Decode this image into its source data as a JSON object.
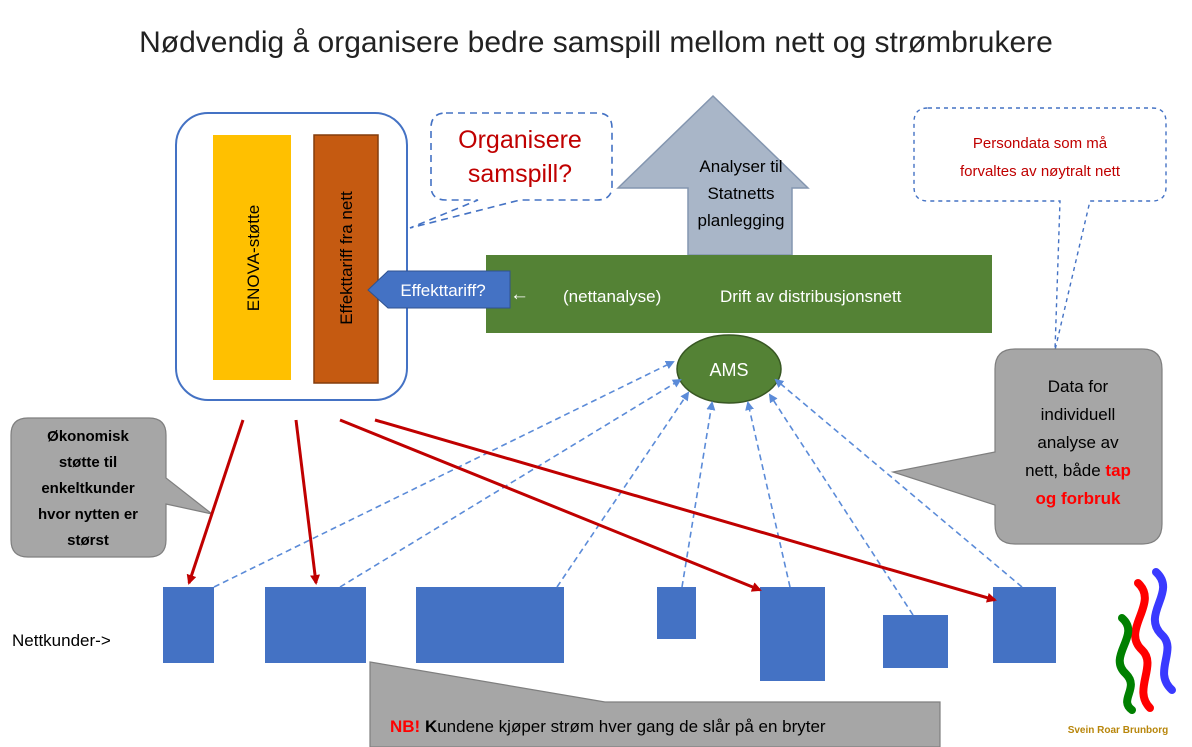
{
  "title": "Nødvendig å organisere bedre samspill mellom nett og strømbrukere",
  "enova": "ENOVA-støtte",
  "effekttariff_nett": "Effekttariff fra nett",
  "effekttariff_q": "Effekttariff?",
  "organisere": [
    "Organisere",
    "samspill?"
  ],
  "statnett": [
    "Analyser til",
    "Statnetts",
    "planlegging"
  ],
  "drift": {
    "arrow": "←",
    "nettanalyse": "(nettanalyse)",
    "label": "Drift av distribusjonsnett"
  },
  "ams": "AMS",
  "persondata": [
    "Persondata som må",
    "forvaltes av nøytralt nett"
  ],
  "data_callout": {
    "lines": [
      "Data for",
      "individuell",
      "analyse av"
    ],
    "line4_prefix": "nett, både ",
    "line4_red": "tap",
    "line5_red": "og forbruk"
  },
  "okonomisk": [
    "Økonomisk",
    "støtte til",
    "enkeltkunder",
    "hvor nytten er",
    "størst"
  ],
  "nettkunder": "Nettkunder->",
  "nb": {
    "red": "NB!",
    "bold": " K",
    "rest": "undene kjøper strøm hver gang de slår på en bryter"
  },
  "signature": "Svein Roar Brunborg",
  "colors": {
    "green": "#548235",
    "blue": "#4472c4",
    "gold": "#ffc000",
    "orange": "#c55a11",
    "gray": "#a6a6a6",
    "red": "#c00000",
    "arrow_blue": "#8fa9cf",
    "bright_red": "#ff0000"
  }
}
